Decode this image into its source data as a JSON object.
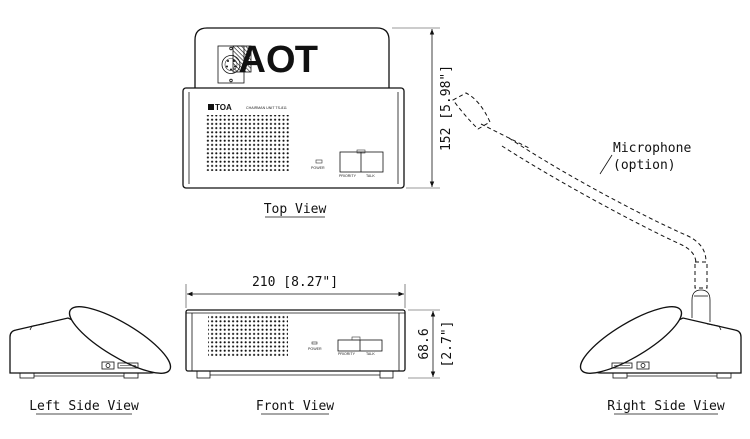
{
  "views": {
    "top": "Top View",
    "front": "Front View",
    "left": "Left Side View",
    "right": "Right Side View"
  },
  "dimensions": {
    "height": "152 [5.98\"]",
    "width": "210 [8.27\"]",
    "depth_mm": "68.6",
    "depth_in": "[2.7\"]"
  },
  "callout": {
    "line1": "Microphone",
    "line2": "(option)"
  },
  "panel": {
    "brand": "TOA",
    "model": "CHAIRMAN UNIT TS-811",
    "power": "POWER",
    "priority": "PRIORITY",
    "talk": "TALK"
  }
}
